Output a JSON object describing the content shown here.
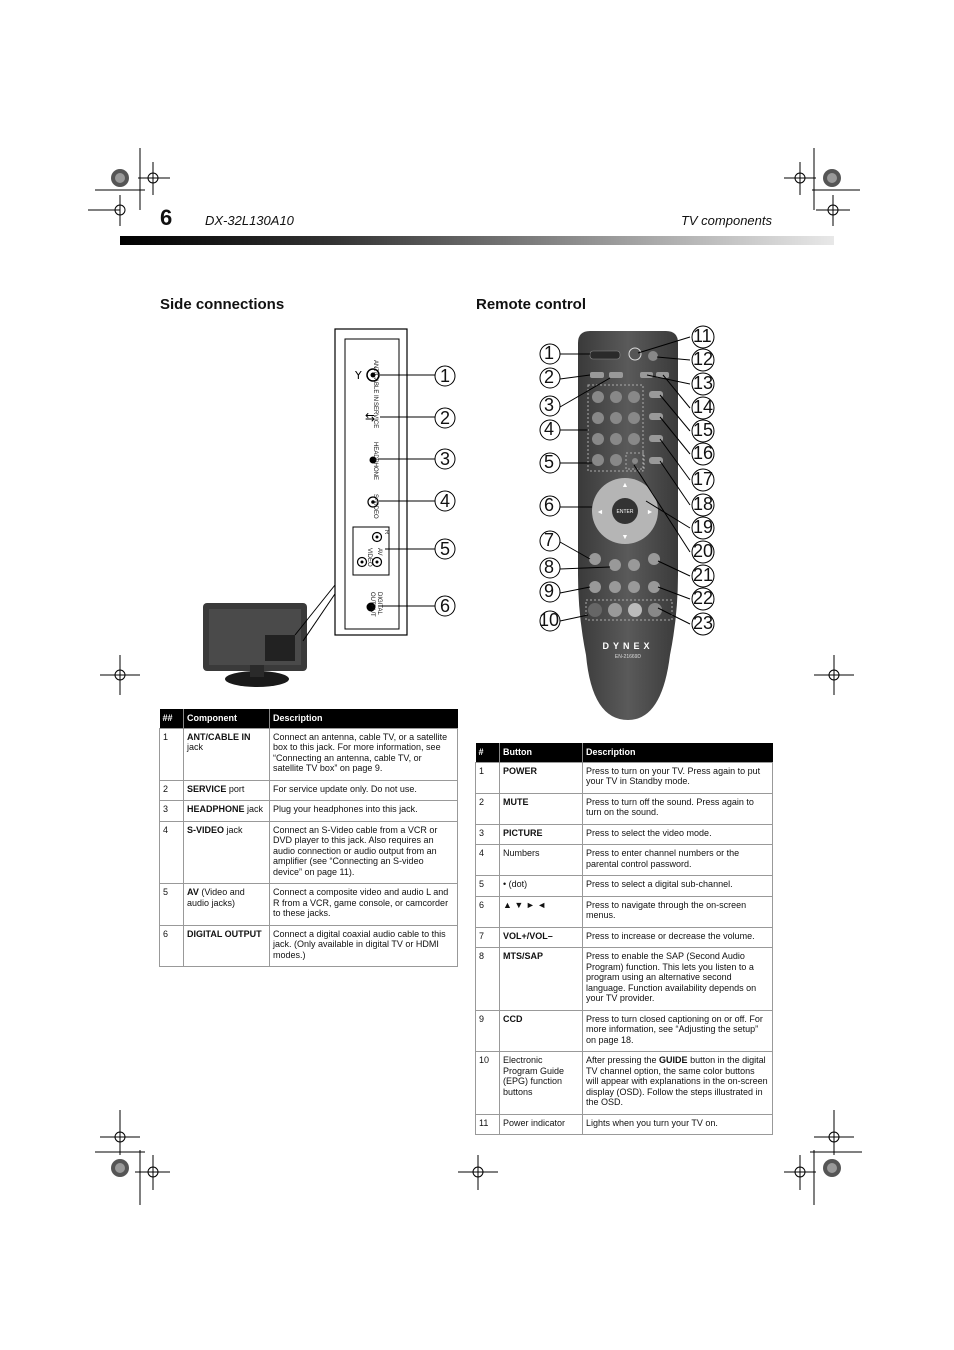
{
  "header": {
    "page_number": "6",
    "model": "DX-32L130A10",
    "section": "TV components"
  },
  "side_connections": {
    "title": "Side connections",
    "panel_labels": [
      "ANT/CABLE IN",
      "SERVICE",
      "HEADPHONE",
      "S-VIDEO",
      "R",
      "VIDEO",
      "AV",
      "DIGITAL OUTPUT"
    ],
    "callouts": [
      "1",
      "2",
      "3",
      "4",
      "5",
      "6"
    ],
    "table": {
      "headers": [
        "##",
        "Component",
        "Description"
      ],
      "rows": [
        {
          "num": "1",
          "comp_bold": "ANT/CABLE IN",
          "comp_rest": " jack",
          "desc": "Connect an antenna, cable TV, or a satellite box to this jack. For more information, see “Connecting an antenna, cable TV, or satellite TV box” on page  9."
        },
        {
          "num": "2",
          "comp_bold": "SERVICE",
          "comp_rest": " port",
          "desc": "For service update only. Do not use."
        },
        {
          "num": "3",
          "comp_bold": "HEADPHONE",
          "comp_rest": " jack",
          "desc": "Plug your headphones into this jack."
        },
        {
          "num": "4",
          "comp_bold": "S-VIDEO",
          "comp_rest": " jack",
          "desc": "Connect an S-Video cable from a VCR or DVD player to this jack. Also requires an audio connection or audio output from an amplifier (see “Connecting an S-video device” on page  11)."
        },
        {
          "num": "5",
          "comp_bold": "AV",
          "comp_rest": " (Video and audio jacks)",
          "desc": "Connect a composite video and audio L and R from a VCR, game console, or camcorder to these jacks."
        },
        {
          "num": "6",
          "comp_bold": "DIGITAL OUTPUT",
          "comp_rest": "",
          "desc": "Connect a digital coaxial audio cable to this jack. (Only available in digital TV or HDMI modes.)"
        }
      ]
    }
  },
  "remote_control": {
    "title": "Remote control",
    "brand": "DYNEX",
    "model_code": "EN-21669D",
    "enter_label": "ENTER",
    "callouts_left": [
      "1",
      "2",
      "3",
      "4",
      "5",
      "6",
      "7",
      "8",
      "9",
      "10"
    ],
    "callouts_right": [
      "11",
      "12",
      "13",
      "14",
      "15",
      "16",
      "17",
      "18",
      "19",
      "20",
      "21",
      "22",
      "23"
    ],
    "table": {
      "headers": [
        "#",
        "Button",
        "Description"
      ],
      "rows": [
        {
          "num": "1",
          "btn": "POWER",
          "btn_bold": true,
          "desc_pre": "Press to turn on your TV. Press again to put your TV in Standby mode.",
          "desc_bold": "",
          "desc_post": ""
        },
        {
          "num": "2",
          "btn": "MUTE",
          "btn_bold": true,
          "desc_pre": "Press to turn off the sound. Press again to turn on the sound.",
          "desc_bold": "",
          "desc_post": ""
        },
        {
          "num": "3",
          "btn": "PICTURE",
          "btn_bold": true,
          "desc_pre": "Press to select the video mode.",
          "desc_bold": "",
          "desc_post": ""
        },
        {
          "num": "4",
          "btn": "Numbers",
          "btn_bold": false,
          "desc_pre": "Press to enter channel numbers or the parental control password.",
          "desc_bold": "",
          "desc_post": ""
        },
        {
          "num": "5",
          "btn": "• (dot)",
          "btn_bold": false,
          "desc_pre": "Press to select a digital sub-channel.",
          "desc_bold": "",
          "desc_post": ""
        },
        {
          "num": "6",
          "btn": "▲ ▼ ► ◄",
          "btn_bold": false,
          "desc_pre": "Press to navigate through the on-screen menus.",
          "desc_bold": "",
          "desc_post": ""
        },
        {
          "num": "7",
          "btn": "VOL+/VOL–",
          "btn_bold": true,
          "desc_pre": "Press to increase or decrease the volume.",
          "desc_bold": "",
          "desc_post": ""
        },
        {
          "num": "8",
          "btn": "MTS/SAP",
          "btn_bold": true,
          "desc_pre": "Press to enable the SAP (Second Audio Program) function. This lets you listen to a program using an alternative second language. Function availability depends on your TV provider.",
          "desc_bold": "",
          "desc_post": ""
        },
        {
          "num": "9",
          "btn": "CCD",
          "btn_bold": true,
          "desc_pre": "Press to turn closed captioning on or off. For more information, see “Adjusting the setup” on page  18.",
          "desc_bold": "",
          "desc_post": ""
        },
        {
          "num": "10",
          "btn": "Electronic Program Guide (EPG) function buttons",
          "btn_bold": false,
          "desc_pre": "After pressing the ",
          "desc_bold": "GUIDE",
          "desc_post": " button in the digital TV channel option, the same color buttons will appear with explanations in the on-screen display (OSD). Follow the steps illustrated in the OSD."
        },
        {
          "num": "11",
          "btn": "Power indicator",
          "btn_bold": false,
          "desc_pre": "Lights when you turn your TV on.",
          "desc_bold": "",
          "desc_post": ""
        }
      ]
    }
  }
}
